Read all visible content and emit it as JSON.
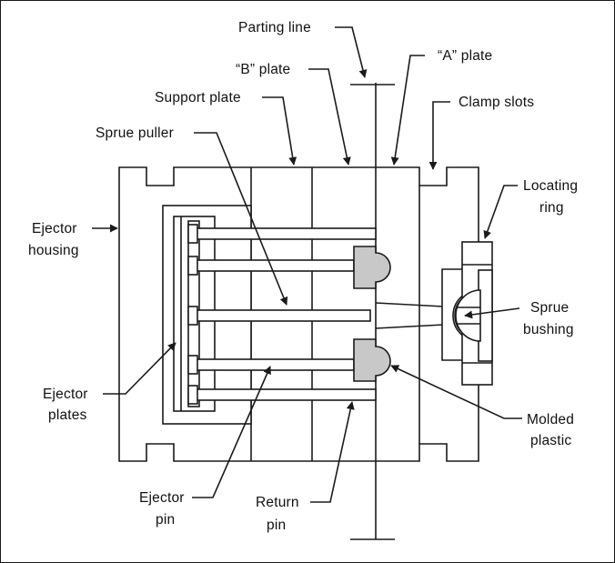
{
  "labels": {
    "parting_line": "Parting line",
    "b_plate": "“B” plate",
    "a_plate": "“A” plate",
    "support_plate": "Support plate",
    "clamp_slots": "Clamp slots",
    "sprue_puller": "Sprue puller",
    "locating_ring_1": "Locating",
    "locating_ring_2": "ring",
    "ejector_housing_1": "Ejector",
    "ejector_housing_2": "housing",
    "sprue_bushing_1": "Sprue",
    "sprue_bushing_2": "bushing",
    "ejector_plates_1": "Ejector",
    "ejector_plates_2": "plates",
    "molded_plastic_1": "Molded",
    "molded_plastic_2": "plastic",
    "ejector_pin_1": "Ejector",
    "ejector_pin_2": "pin",
    "return_pin_1": "Return",
    "return_pin_2": "pin"
  },
  "colors": {
    "line": "#1a1a1a",
    "molded_plastic_fill": "#c8c8c8",
    "background": "#ffffff"
  }
}
